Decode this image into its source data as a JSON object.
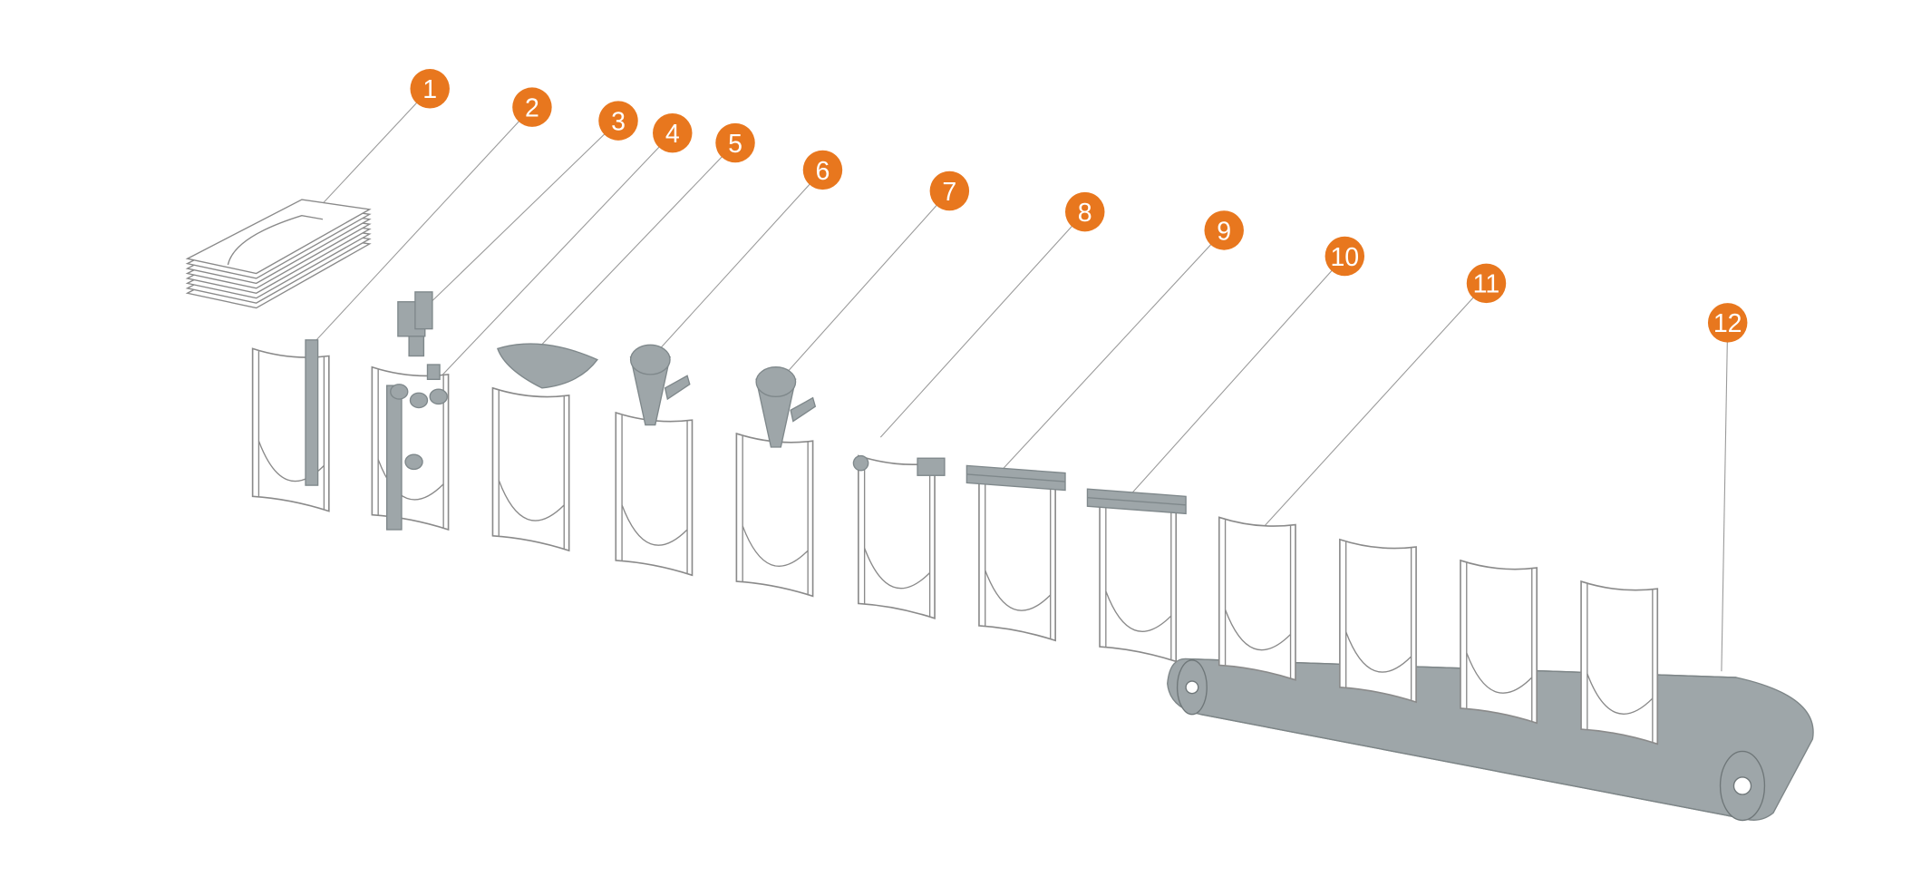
{
  "diagram": {
    "colors": {
      "marker": "#E8771E",
      "machine": "#9EA6A9",
      "machine_dark": "#7f888b",
      "leader": "#9a9a9a",
      "bag_stroke": "#8a8a8a"
    },
    "steps": [
      {
        "label": "1",
        "part": "bag-stack"
      },
      {
        "label": "2",
        "part": "bag-gripper"
      },
      {
        "label": "3",
        "part": "printer"
      },
      {
        "label": "4",
        "part": "bag-opener"
      },
      {
        "label": "5",
        "part": "flat-hopper"
      },
      {
        "label": "6",
        "part": "filling-funnel"
      },
      {
        "label": "7",
        "part": "filling-funnel"
      },
      {
        "label": "8",
        "part": "bag-deflator"
      },
      {
        "label": "9",
        "part": "heat-sealer"
      },
      {
        "label": "10",
        "part": "cooling-sealer"
      },
      {
        "label": "11",
        "part": "finished-bag"
      },
      {
        "label": "12",
        "part": "output-conveyor"
      }
    ]
  }
}
